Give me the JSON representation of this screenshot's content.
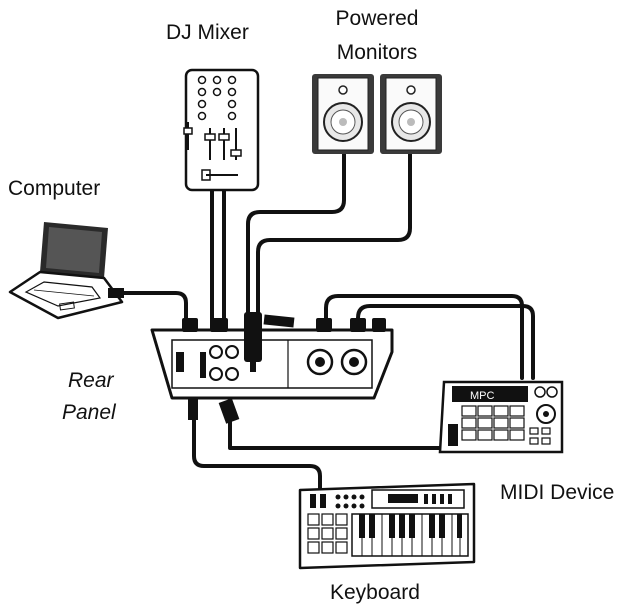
{
  "labels": {
    "dj_mixer": "DJ Mixer",
    "powered_monitors_line1": "Powered",
    "powered_monitors_line2": "Monitors",
    "computer": "Computer",
    "rear_panel_line1": "Rear",
    "rear_panel_line2": "Panel",
    "midi_device": "MIDI Device",
    "keyboard": "Keyboard"
  },
  "midi_device": {
    "display_text": "MPC"
  },
  "icons": [
    "dj-mixer-icon",
    "powered-monitor-icon",
    "laptop-icon",
    "rear-panel-icon",
    "midi-device-icon",
    "keyboard-icon"
  ]
}
